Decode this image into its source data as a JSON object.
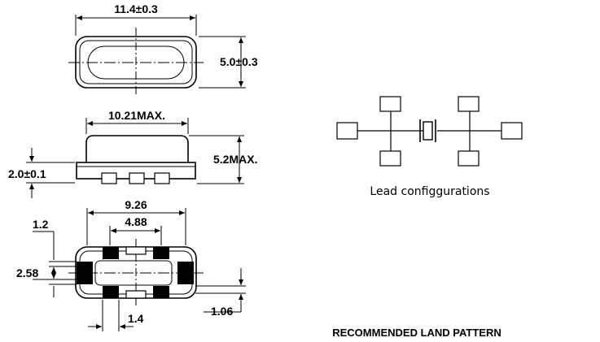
{
  "dimensions": {
    "top_length": "11.4±0.3",
    "top_width": "5.0±0.3",
    "side_length_max": "10.21MAX.",
    "side_height_max": "5.2MAX.",
    "side_base_height": "2.0±0.1",
    "pad_outer_span": "9.26",
    "pad_inner_span": "4.88",
    "pad_offset": "1.2",
    "pad_width": "2.58",
    "pad_pitch": "1.4",
    "pad_height": "1.06"
  },
  "schematic": {
    "caption": "Lead configgurations"
  },
  "footer": {
    "title": "RECOMMENDED LAND PATTERN"
  }
}
